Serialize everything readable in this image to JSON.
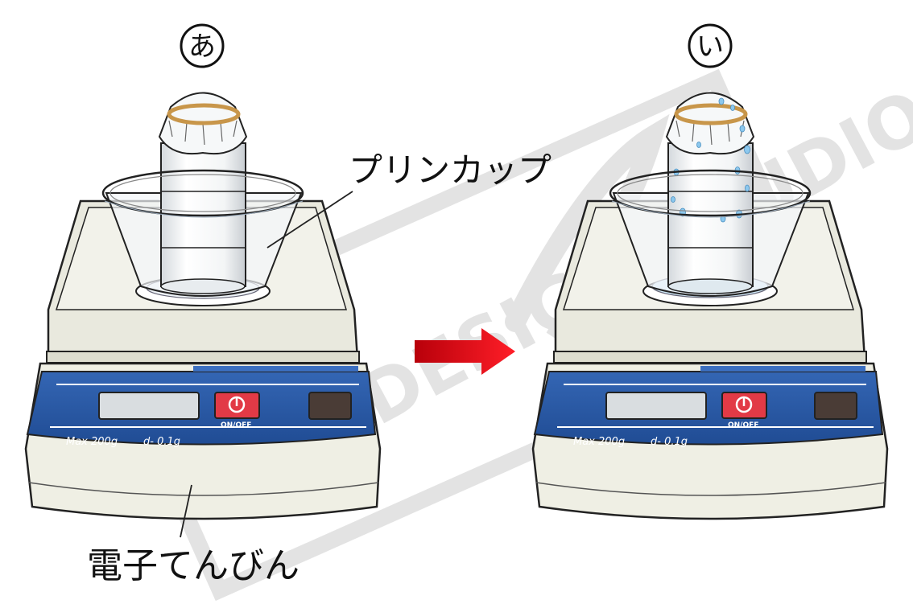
{
  "scenes": [
    {
      "marker": "あ",
      "scale": {
        "capacity_label": "Max 200g",
        "division_label": "d- 0.1g",
        "power_label": "ON/OFF"
      }
    },
    {
      "marker": "い",
      "scale": {
        "capacity_label": "Max 200g",
        "division_label": "d- 0.1g",
        "power_label": "ON/OFF"
      }
    }
  ],
  "labels": {
    "cup": "プリンカップ",
    "balance": "電子てんびん"
  },
  "watermark": {
    "text": "DESIGN STUDIO"
  },
  "colors": {
    "panel_blue": "#2a5aa5",
    "arrow_red": "#e0141e",
    "power_button": "#e23a46",
    "scale_body": "#eeeee2",
    "rubber_band": "#c8964a",
    "water_drop": "#8cc8ee"
  }
}
